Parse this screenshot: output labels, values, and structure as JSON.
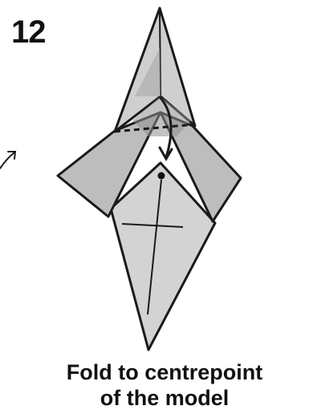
{
  "step": {
    "number": "12"
  },
  "instruction": {
    "line1": "Fold to centrepoint",
    "line2": "of the model"
  },
  "colors": {
    "ink": "#1a1a1a",
    "paper_shade": "#c9c9c9",
    "paper_dark": "#a9a9a9",
    "paper_light": "#e6e6e6"
  }
}
